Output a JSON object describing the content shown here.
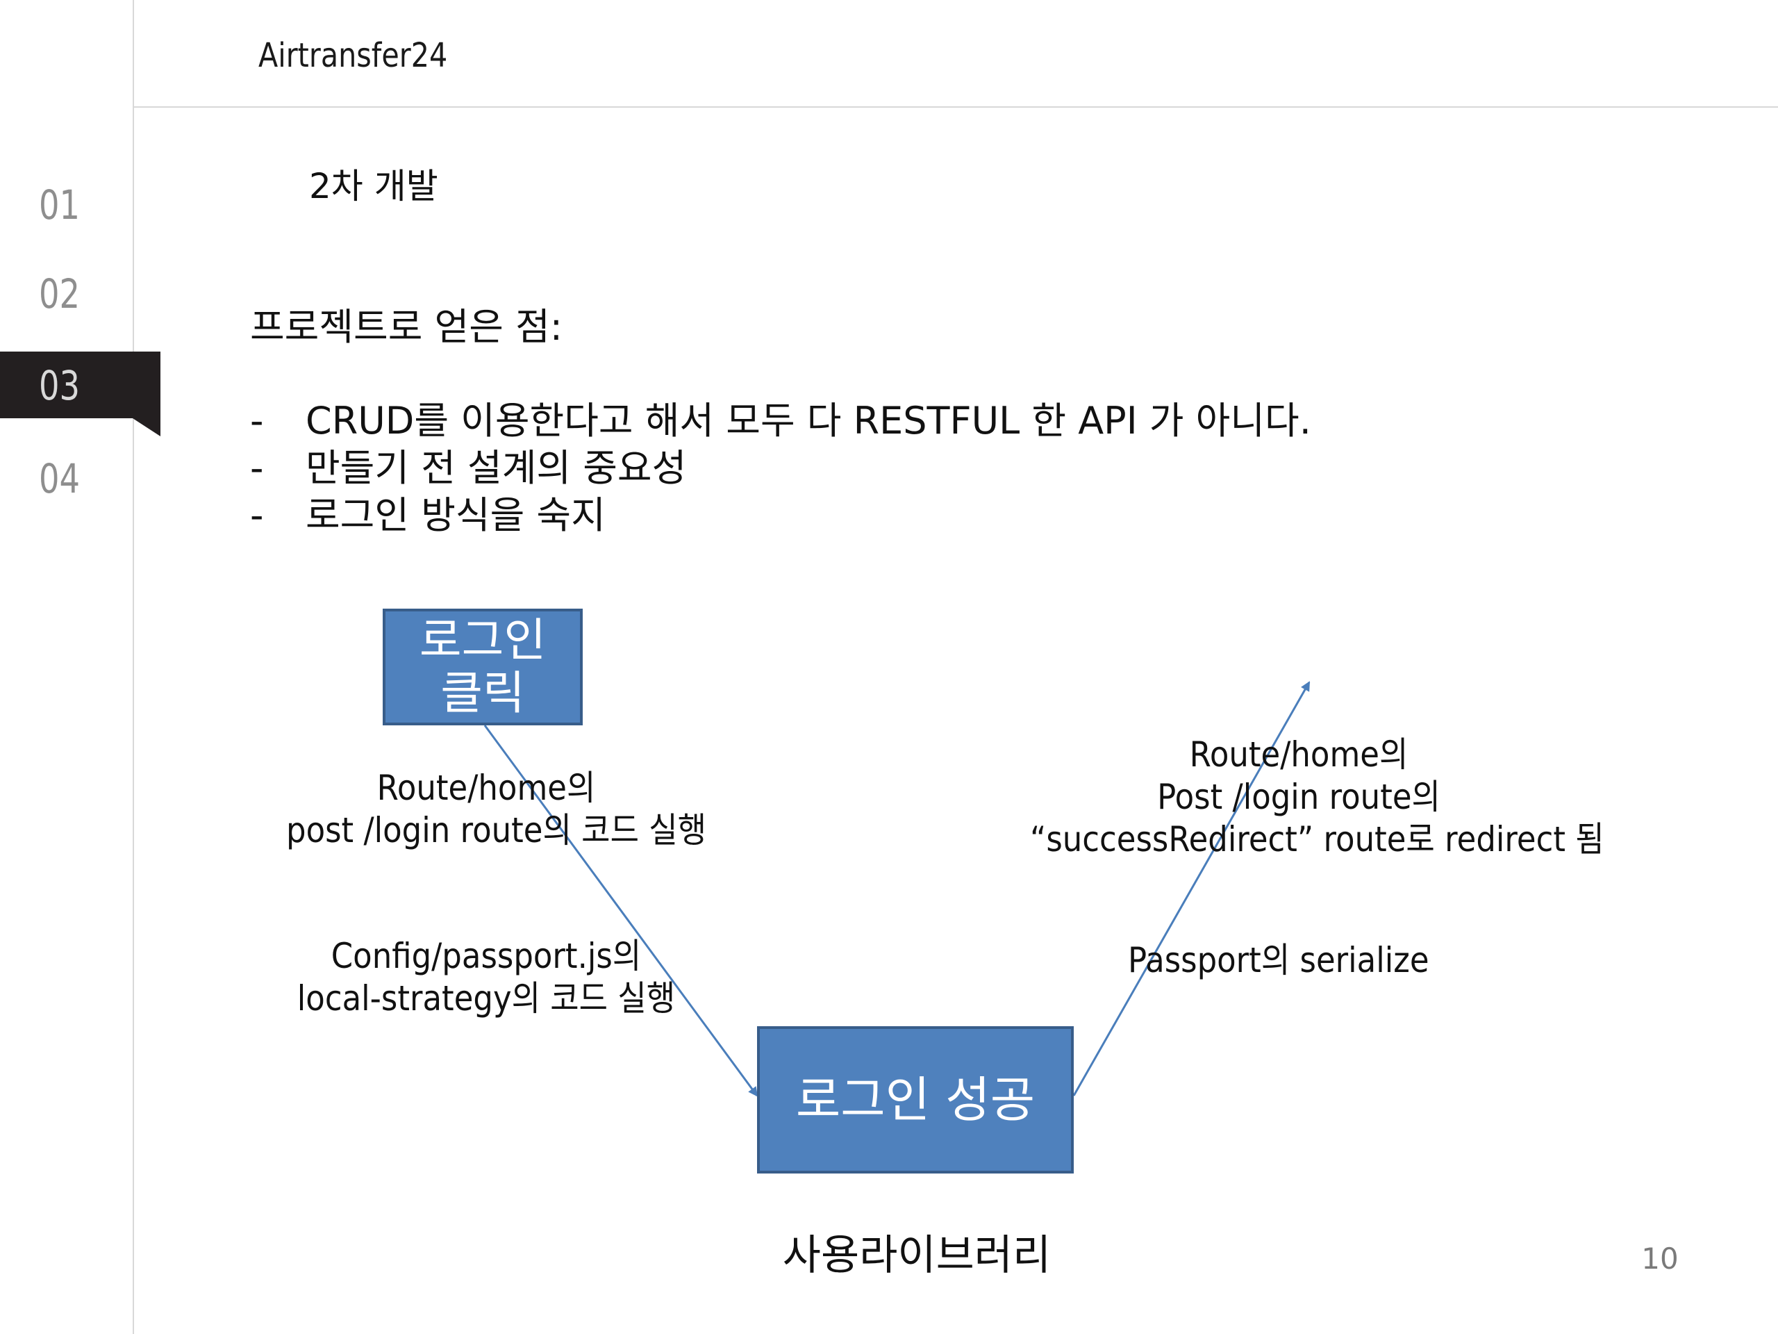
{
  "header": {
    "title": "Airtransfer24"
  },
  "nav": {
    "items": [
      {
        "label": "01",
        "active": false
      },
      {
        "label": "02",
        "active": false
      },
      {
        "label": "03",
        "active": true
      },
      {
        "label": "04",
        "active": false
      }
    ]
  },
  "section": {
    "title": "2차 개발"
  },
  "lessons": {
    "heading": "프로젝트로 얻은 점:",
    "bullets": [
      {
        "dash": "-",
        "text": "CRUD를 이용한다고 해서 모두 다 RESTFUL 한 API 가 아니다."
      },
      {
        "dash": "-",
        "text": "만들기 전 설계의 중요성"
      },
      {
        "dash": "-",
        "text": "로그인 방식을 숙지"
      }
    ]
  },
  "diagram": {
    "box_login_click": "로그인\n클릭",
    "box_login_success": "로그인 성공",
    "label_left_top_line1": "Route/home의",
    "label_left_top_line2": "post /login route의 코드 실행",
    "label_left_bottom_line1": "Config/passport.js의",
    "label_left_bottom_line2": "local-strategy의 코드 실행",
    "label_right_top_line1": "Route/home의",
    "label_right_top_line2": "Post /login route의",
    "label_right_top_line3": "“successRedirect”   route로 redirect 됨",
    "label_right_bottom": "Passport의 serialize",
    "colors": {
      "box_fill": "#4f81bd",
      "box_border": "#385d8a",
      "arrow": "#4a7ebb"
    }
  },
  "footer": {
    "caption": "사용라이브러리",
    "page_number": "10"
  }
}
